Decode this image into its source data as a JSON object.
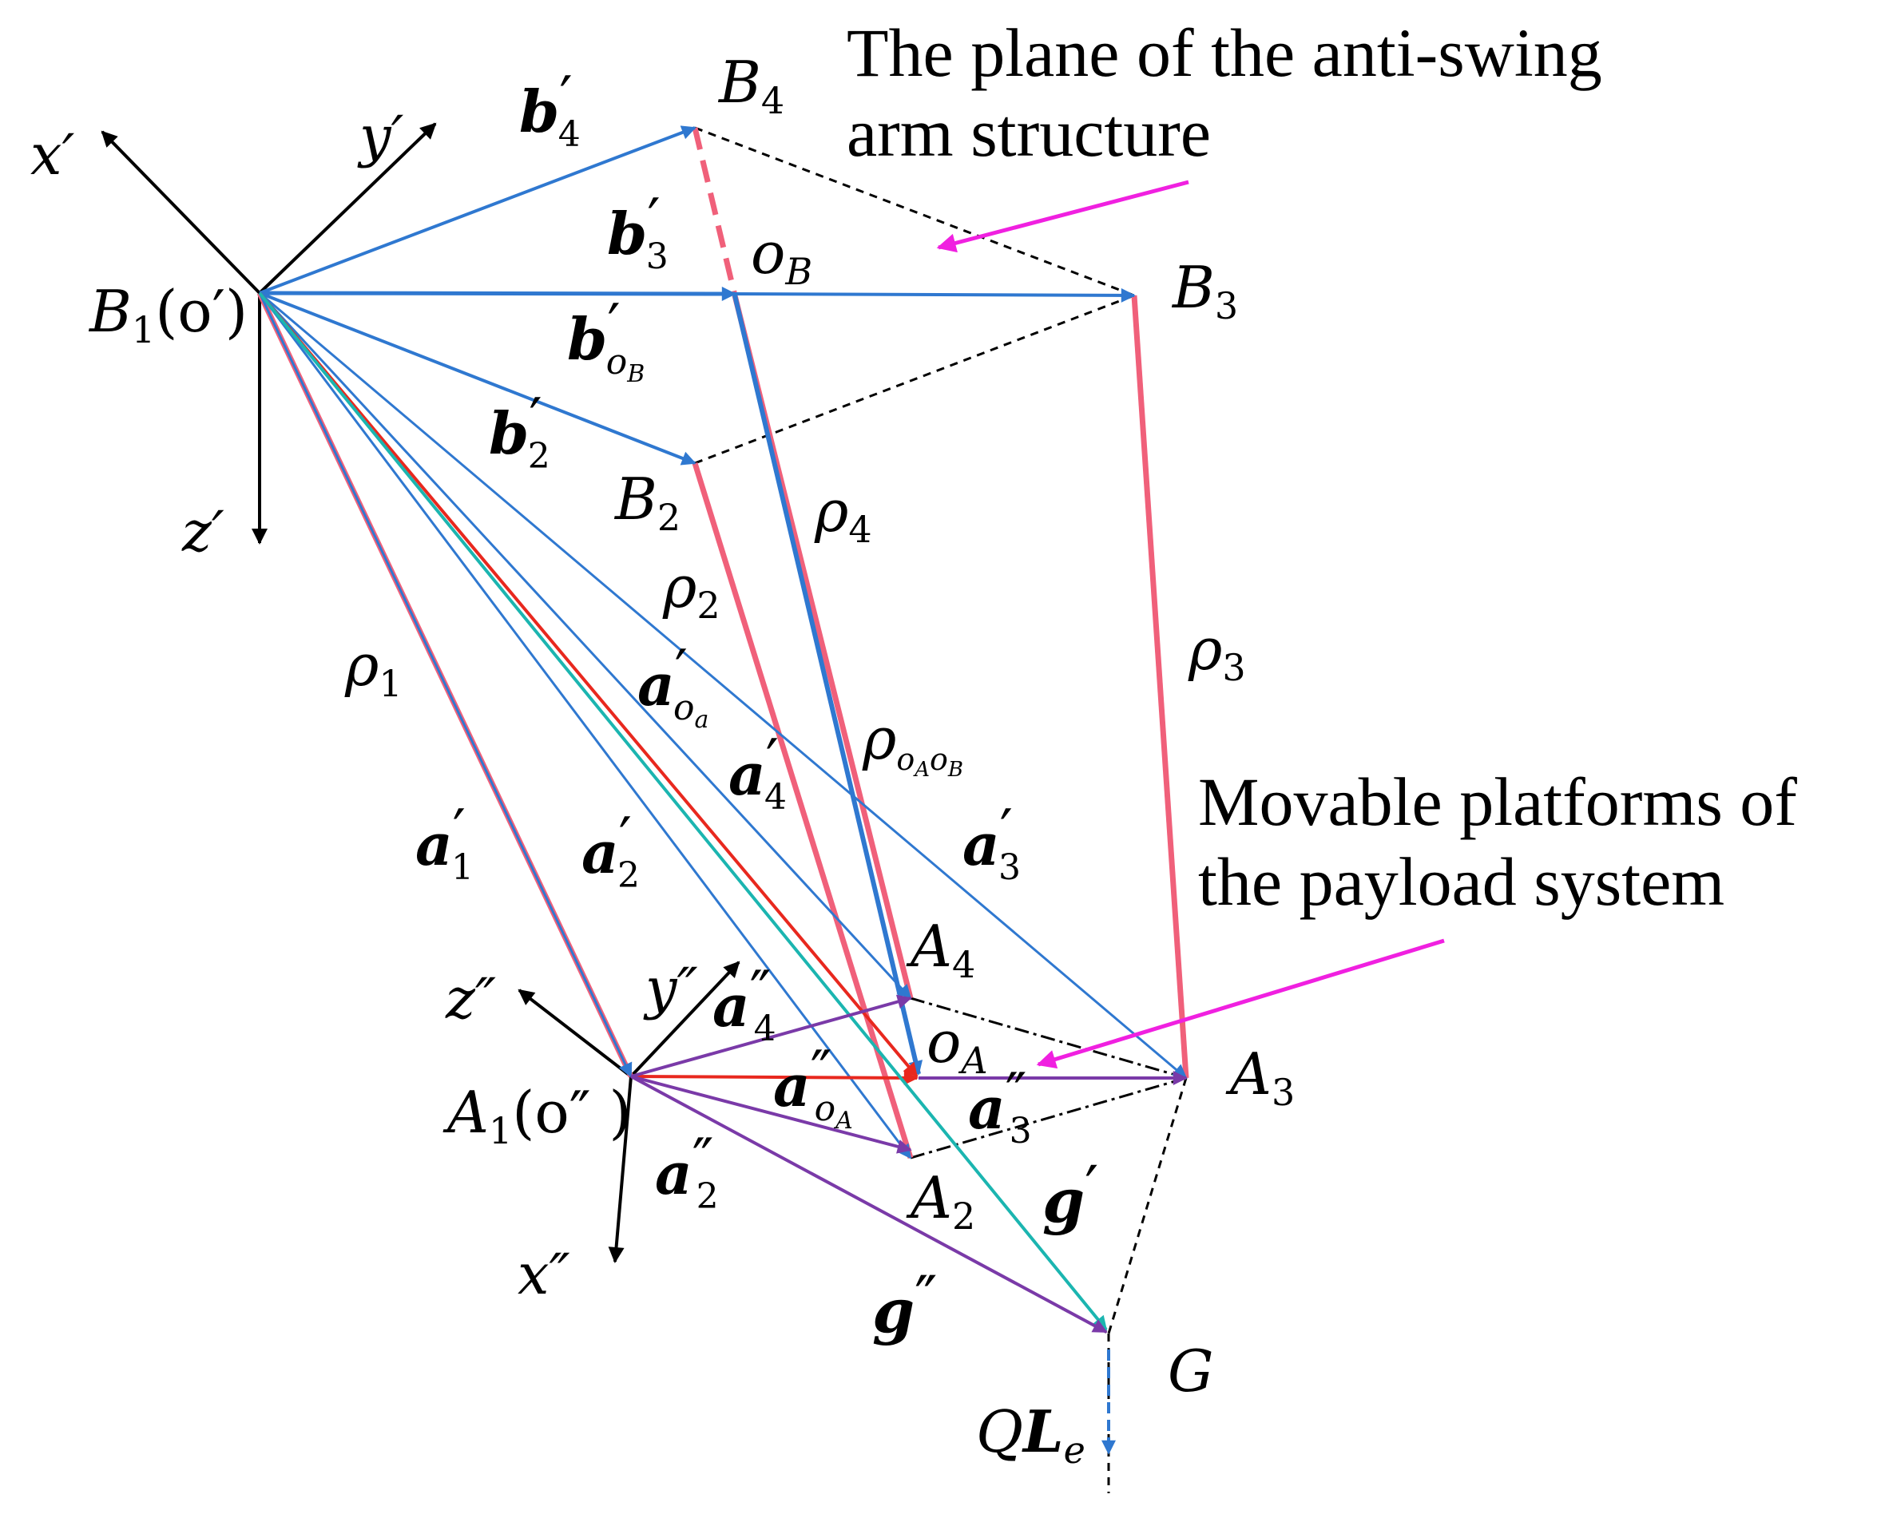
{
  "captions": {
    "anti_swing_line1": "The plane of the anti-swing",
    "anti_swing_line2": "arm structure",
    "movable_line1": "Movable platforms of",
    "movable_line2": "the payload system"
  },
  "points": {
    "B1": {
      "letter": "B",
      "sub": "1",
      "suffix": "(o′)"
    },
    "B2": {
      "letter": "B",
      "sub": "2"
    },
    "B3": {
      "letter": "B",
      "sub": "3"
    },
    "B4": {
      "letter": "B",
      "sub": "4"
    },
    "oB": {
      "letter": "o",
      "sub": "B"
    },
    "A1": {
      "letter": "A",
      "sub": "1",
      "suffix": "(o″ )"
    },
    "A2": {
      "letter": "A",
      "sub": "2"
    },
    "A3": {
      "letter": "A",
      "sub": "3"
    },
    "A4": {
      "letter": "A",
      "sub": "4"
    },
    "oA": {
      "letter": "o",
      "sub": "A"
    },
    "G": {
      "letter": "G"
    }
  },
  "axes": {
    "x1": "x′",
    "y1": "y′",
    "z1": "z′",
    "x2": "x″",
    "y2": "y″",
    "z2": "z″"
  },
  "vectors": {
    "b4": {
      "base": "b",
      "prime": "′",
      "sub": "4"
    },
    "b3": {
      "base": "b",
      "prime": "′",
      "sub": "3"
    },
    "boB": {
      "base": "b",
      "prime": "′",
      "sub": "o",
      "subsub": "B"
    },
    "b2": {
      "base": "b",
      "prime": "′",
      "sub": "2"
    },
    "aoa": {
      "base": "a",
      "prime": "′",
      "sub": "o",
      "subsub": "a"
    },
    "a4p": {
      "base": "a",
      "prime": "′",
      "sub": "4"
    },
    "a1p": {
      "base": "a",
      "prime": "′",
      "sub": "1"
    },
    "a2p": {
      "base": "a",
      "prime": "′",
      "sub": "2"
    },
    "a3p": {
      "base": "a",
      "prime": "′",
      "sub": "3"
    },
    "a4pp": {
      "base": "a",
      "prime": "″",
      "sub": "4"
    },
    "aoApp": {
      "base": "a",
      "prime": "″",
      "sub": "o",
      "subsub": "A"
    },
    "a3pp": {
      "base": "a",
      "prime": "″",
      "sub": "3"
    },
    "a2pp": {
      "base": "a",
      "prime": "″",
      "sub": "2"
    },
    "gp": {
      "base": "g",
      "prime": "′"
    },
    "gpp": {
      "base": "g",
      "prime": "″"
    }
  },
  "rhos": {
    "rho1": {
      "sym": "ρ",
      "sub": "1"
    },
    "rho2": {
      "sym": "ρ",
      "sub": "2"
    },
    "rho3": {
      "sym": "ρ",
      "sub": "3"
    },
    "rho4": {
      "sym": "ρ",
      "sub": "4"
    },
    "rhoOAOB": {
      "sym": "ρ",
      "sub": "o",
      "subsub1": "A",
      "sub2": "o",
      "subsub2": "B"
    }
  },
  "load": {
    "q": "Q",
    "l": "L",
    "sub": "e"
  },
  "colors": {
    "blue": "#2f78d0",
    "pink": "#f0607a",
    "red": "#e8281e",
    "cyan": "#1bb5b0",
    "purple": "#7a3aa8",
    "magenta": "#f020e0",
    "black": "#000000"
  }
}
